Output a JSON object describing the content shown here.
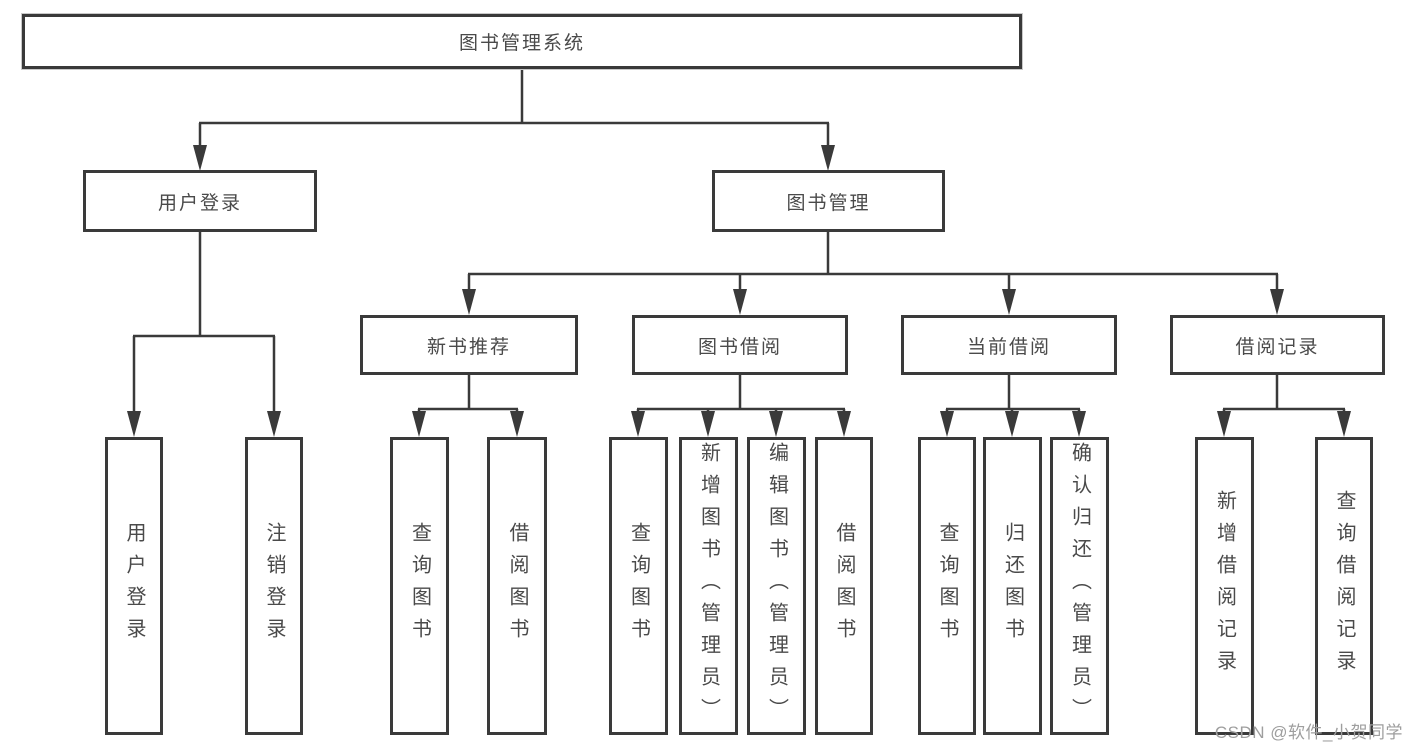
{
  "diagram": {
    "root": {
      "label": "图书管理系统"
    },
    "branches": [
      {
        "label": "用户登录",
        "leaves": [
          {
            "label": "用户登录"
          },
          {
            "label": "注销登录"
          }
        ]
      },
      {
        "label": "图书管理",
        "groups": [
          {
            "label": "新书推荐",
            "leaves": [
              {
                "label": "查询图书"
              },
              {
                "label": "借阅图书"
              }
            ]
          },
          {
            "label": "图书借阅",
            "leaves": [
              {
                "label": "查询图书"
              },
              {
                "label": "新增图书（管理员）"
              },
              {
                "label": "编辑图书（管理员）"
              },
              {
                "label": "借阅图书"
              }
            ]
          },
          {
            "label": "当前借阅",
            "leaves": [
              {
                "label": "查询图书"
              },
              {
                "label": "归还图书"
              },
              {
                "label": "确认归还（管理员）"
              }
            ]
          },
          {
            "label": "借阅记录",
            "leaves": [
              {
                "label": "新增借阅记录"
              },
              {
                "label": "查询借阅记录"
              }
            ]
          }
        ]
      }
    ]
  },
  "watermark": {
    "text": "CSDN @软件_小贺同学"
  },
  "colors": {
    "line": "#3a3a3a",
    "text": "#4a4a4a",
    "watermark": "#9e9e9e",
    "background": "#ffffff"
  }
}
